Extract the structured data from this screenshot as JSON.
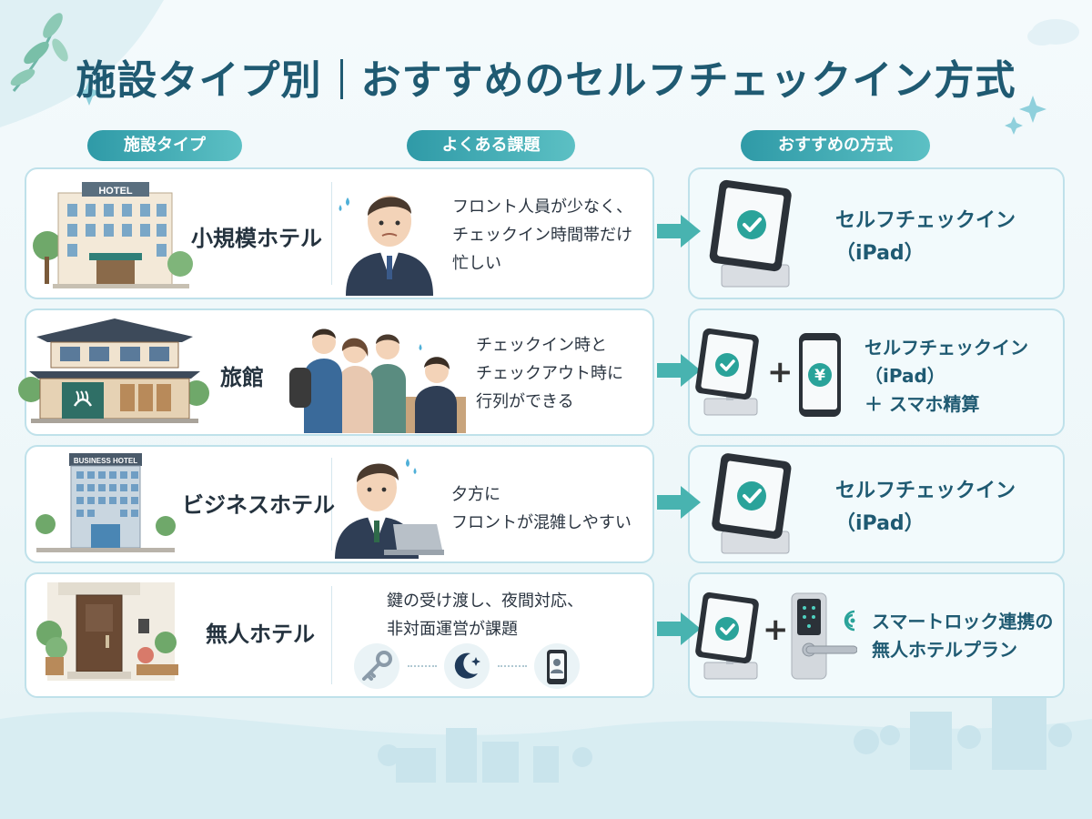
{
  "title_left": "施設タイプ別",
  "title_right": "おすすめのセルフチェックイン方式",
  "headers": {
    "facility": "施設タイプ",
    "issue": "よくある課題",
    "method": "おすすめの方式"
  },
  "rows": [
    {
      "facility": "小規模ホテル",
      "building_sign": "HOTEL",
      "issue_lines": [
        "フロント人員が少なく、",
        "チェックイン時間帯だけ",
        "忙しい"
      ],
      "method_lines": [
        "セルフチェックイン",
        "（iPad）"
      ]
    },
    {
      "facility": "旅館",
      "issue_lines": [
        "チェックイン時と",
        "チェックアウト時に",
        "行列ができる"
      ],
      "method_lines": [
        "セルフチェックイン",
        "（iPad）",
        "＋ スマホ精算"
      ],
      "phone_symbol": "¥"
    },
    {
      "facility": "ビジネスホテル",
      "building_sign": "BUSINESS HOTEL",
      "issue_lines": [
        "夕方に",
        "フロントが混雑しやすい"
      ],
      "method_lines": [
        "セルフチェックイン",
        "（iPad）"
      ]
    },
    {
      "facility": "無人ホテル",
      "issue_lines": [
        "鍵の受け渡し、夜間対応、",
        "非対面運営が課題"
      ],
      "method_lines": [
        "スマートロック連携の",
        "無人ホテルプラン"
      ]
    }
  ],
  "plus_sign": "+",
  "colors": {
    "title": "#1f5a72",
    "accent": "#2f9aa7",
    "check": "#2aa39a",
    "card_border": "#bfe1ea"
  },
  "icons": [
    "leaf-icon",
    "sparkle-icon",
    "cloud-icon",
    "hotel-building-icon",
    "ryokan-building-icon",
    "business-hotel-icon",
    "unmanned-entrance-icon",
    "worried-staff-icon",
    "queue-people-icon",
    "laptop-staff-icon",
    "key-icon",
    "moon-icon",
    "smartphone-user-icon",
    "arrow-right-icon",
    "tablet-kiosk-icon",
    "yen-phone-icon",
    "smart-lock-icon",
    "wifi-icon",
    "city-skyline-icon"
  ]
}
